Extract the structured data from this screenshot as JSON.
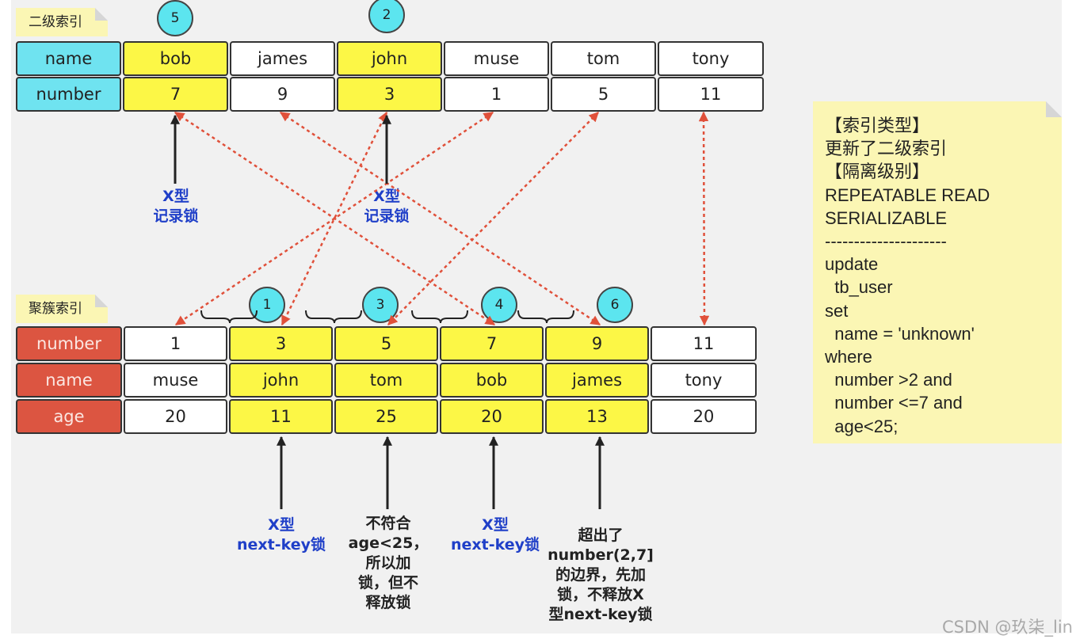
{
  "secondary_index": {
    "title": "二级索引",
    "headers": [
      "name",
      "number"
    ],
    "records": [
      {
        "name": "bob",
        "number": "7",
        "highlight": true
      },
      {
        "name": "james",
        "number": "9",
        "highlight": false
      },
      {
        "name": "john",
        "number": "3",
        "highlight": true
      },
      {
        "name": "muse",
        "number": "1",
        "highlight": false
      },
      {
        "name": "tom",
        "number": "5",
        "highlight": false
      },
      {
        "name": "tony",
        "number": "11",
        "highlight": false
      }
    ],
    "circles": [
      "5",
      "2"
    ],
    "lock_labels": [
      "X型\n记录锁",
      "X型\n记录锁"
    ]
  },
  "clustered_index": {
    "title": "聚簇索引",
    "headers": [
      "number",
      "name",
      "age"
    ],
    "records": [
      {
        "number": "1",
        "name": "muse",
        "age": "20",
        "highlight": false
      },
      {
        "number": "3",
        "name": "john",
        "age": "11",
        "highlight": true
      },
      {
        "number": "5",
        "name": "tom",
        "age": "25",
        "highlight": true
      },
      {
        "number": "7",
        "name": "bob",
        "age": "20",
        "highlight": true
      },
      {
        "number": "9",
        "name": "james",
        "age": "13",
        "highlight": true
      },
      {
        "number": "11",
        "name": "tony",
        "age": "20",
        "highlight": false
      }
    ],
    "circles": [
      "1",
      "3",
      "4",
      "6"
    ],
    "lock_labels": [
      "X型\nnext-key锁",
      "不符合\nage<25，\n所以加\n锁，但不\n释放锁",
      "X型\nnext-key锁",
      "超出了\nnumber(2,7]\n的边界，先加\n锁，不释放X\n型next-key锁"
    ]
  },
  "note": {
    "lines": [
      "【索引类型】",
      "更新了二级索引",
      "【隔离级别】",
      "REPEATABLE READ",
      "SERIALIZABLE",
      "---------------------",
      "update",
      "  tb_user",
      "set",
      "  name = 'unknown'",
      "where",
      "  number >2 and",
      "  number <=7 and",
      "  age<25;"
    ]
  },
  "colors": {
    "highlight": "#fcf746",
    "secondary_header": "#6fe3f0",
    "clustered_header": "#dc5541",
    "circle": "#5ce5ef",
    "link_arrow": "#e0503a",
    "lock_label_blue": "#1f3fc8",
    "note_bg": "#fbf6b4"
  },
  "watermark": "CSDN @玖柒_lin"
}
